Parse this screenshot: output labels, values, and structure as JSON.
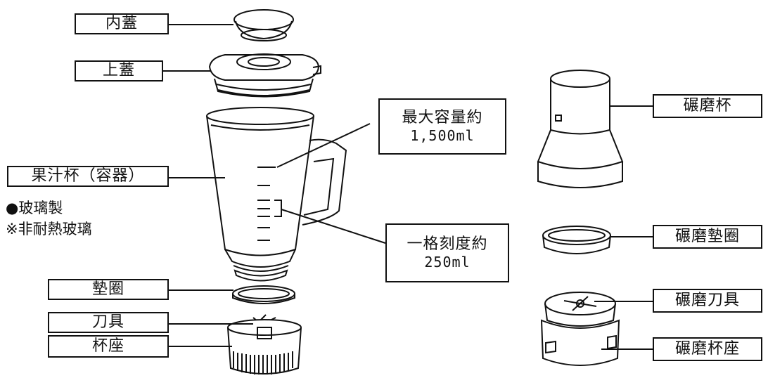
{
  "labels": {
    "inner_lid": "内蓋",
    "lid": "上蓋",
    "jar": "果汁杯（容器）",
    "gasket": "墊圈",
    "blade": "刀具",
    "base": "杯座",
    "mill_cup": "碾磨杯",
    "mill_gasket": "碾磨墊圈",
    "mill_blade": "碾磨刀具",
    "mill_base": "碾磨杯座",
    "max_capacity_title": "最大容量約",
    "max_capacity_value": "1,500ml",
    "scale_title": "一格刻度約",
    "scale_value": "250ml"
  },
  "notes": {
    "material": "●玻璃製",
    "warning": "※非耐熱玻璃"
  }
}
